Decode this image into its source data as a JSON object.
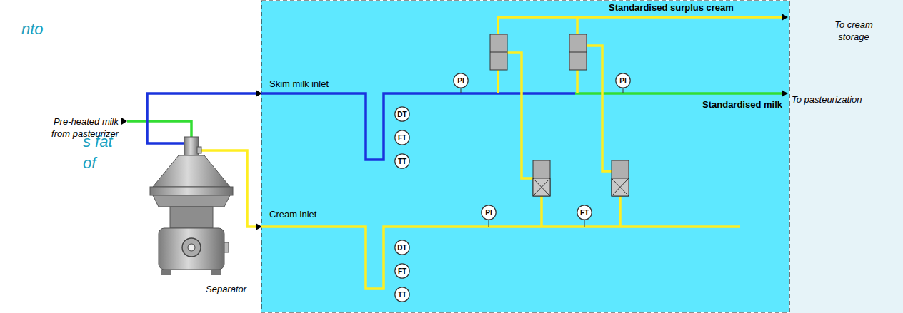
{
  "diagram": {
    "nodes": [
      {
        "text": [
          "PI"
        ]
      },
      {
        "text": [
          "PI"
        ]
      },
      {
        "text": [
          "DT"
        ]
      },
      {
        "text": [
          "FT"
        ]
      },
      {
        "text": [
          "TT"
        ]
      },
      {
        "text": [
          "PI"
        ]
      },
      {
        "text": [
          "FT"
        ]
      },
      {
        "text": [
          "DT"
        ]
      },
      {
        "text": [
          "FT"
        ]
      },
      {
        "text": [
          "TT"
        ]
      }
    ],
    "labels": [
      "nto",
      "s fat",
      "of",
      "Pre-heated milk from pasteurizer",
      "Separator",
      "Skim milk inlet",
      "Cream inlet",
      "Standardised surplus cream",
      "Standardised milk",
      "To cream storage",
      "To pasteurization"
    ]
  }
}
